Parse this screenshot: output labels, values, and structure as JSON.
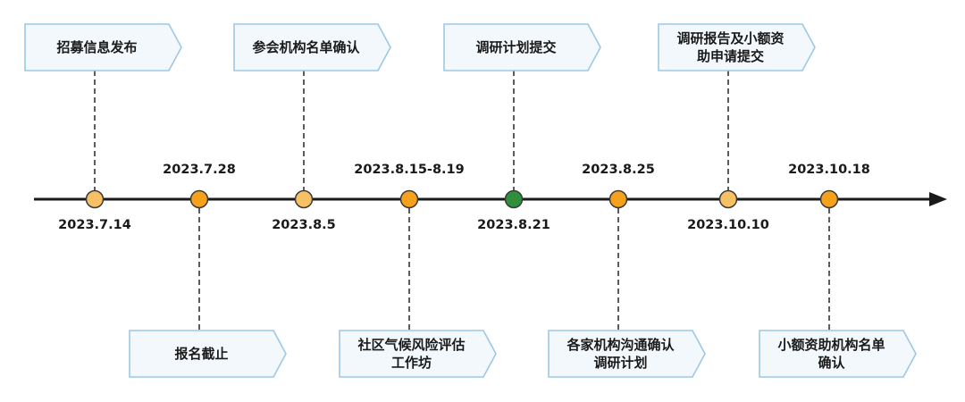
{
  "colors": {
    "axis": "#1a1a1a",
    "box_fill": "#f2f8fc",
    "box_stroke": "#9cc8e6",
    "dot_light": "#f6c065",
    "dot_dark": "#f5a11c",
    "dot_green": "#2f8f3a",
    "dot_stroke": "#3a3a3a"
  },
  "milestones": [
    {
      "date": "2023.7.14",
      "event": "招募信息发布",
      "dot": "light"
    },
    {
      "date": "2023.7.28",
      "event": "报名截止",
      "dot": "dark"
    },
    {
      "date": "2023.8.5",
      "event": "参会机构名单确认",
      "dot": "light"
    },
    {
      "date": "2023.8.15-8.19",
      "event": "社区气候风险评估\n工作坊",
      "dot": "dark"
    },
    {
      "date": "2023.8.21",
      "event": "调研计划提交",
      "dot": "green"
    },
    {
      "date": "2023.8.25",
      "event": "各家机构沟通确认\n调研计划",
      "dot": "dark"
    },
    {
      "date": "2023.10.10",
      "event": "调研报告及小额资\n助申请提交",
      "dot": "light"
    },
    {
      "date": "2023.10.18",
      "event": "小额资助机构名单\n确认",
      "dot": "dark"
    }
  ]
}
